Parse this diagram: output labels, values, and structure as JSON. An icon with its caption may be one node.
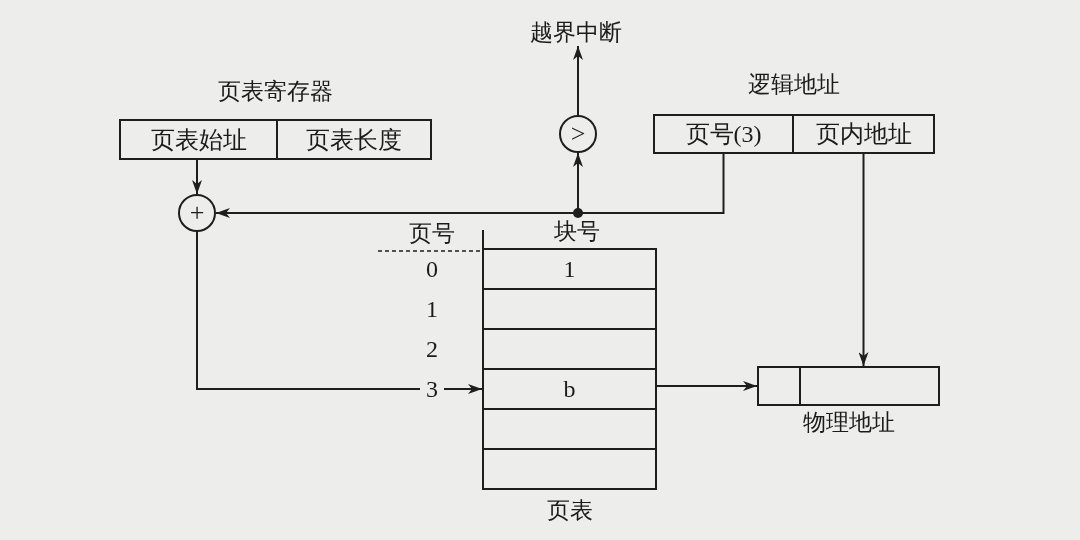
{
  "diagram": {
    "nodes": [
      {
        "text": [
          "越界中断"
        ]
      },
      {
        "text": [
          ">"
        ]
      },
      {
        "text": [
          "页表寄存器"
        ]
      },
      {
        "text": [
          "页表始址"
        ],
        "in": 2
      },
      {
        "text": [
          "页表长度"
        ],
        "in": 2
      },
      {
        "text": [
          "逻辑地址"
        ]
      },
      {
        "text": [
          "页号(3)"
        ],
        "in": 5
      },
      {
        "text": [
          "页内地址"
        ],
        "in": 5
      },
      {
        "text": [
          "+"
        ]
      },
      {
        "text": [
          "页表"
        ]
      },
      {
        "text": [
          "1"
        ],
        "in": 9,
        "beside": [
          "0"
        ]
      },
      {
        "text": [],
        "shape": "box",
        "in": 9,
        "beside": [
          "1"
        ]
      },
      {
        "text": [],
        "shape": "box",
        "in": 9,
        "beside": [
          "2"
        ]
      },
      {
        "text": [
          "b"
        ],
        "in": 9
      },
      {
        "text": [],
        "shape": "box",
        "in": 9
      },
      {
        "text": [],
        "shape": "box",
        "in": 9
      },
      {
        "text": [
          "物理地址"
        ]
      },
      {
        "text": [],
        "shape": "box",
        "in": 16
      },
      {
        "text": [],
        "shape": "box",
        "in": 16
      }
    ],
    "edges": [
      {
        "from": 3,
        "to": 8,
        "arrow": "to"
      },
      {
        "from": 6,
        "to": 8,
        "arrow": "to"
      },
      {
        "from": 6,
        "to": 1,
        "arrow": "to"
      },
      {
        "from": 1,
        "to": 0,
        "arrow": "to"
      },
      {
        "from": 8,
        "to": 13,
        "arrow": "to",
        "label": "3"
      },
      {
        "from": 13,
        "to": 17,
        "arrow": "to"
      },
      {
        "from": 7,
        "to": 18,
        "arrow": "to"
      }
    ],
    "labels": [
      "页号",
      "块号"
    ]
  }
}
